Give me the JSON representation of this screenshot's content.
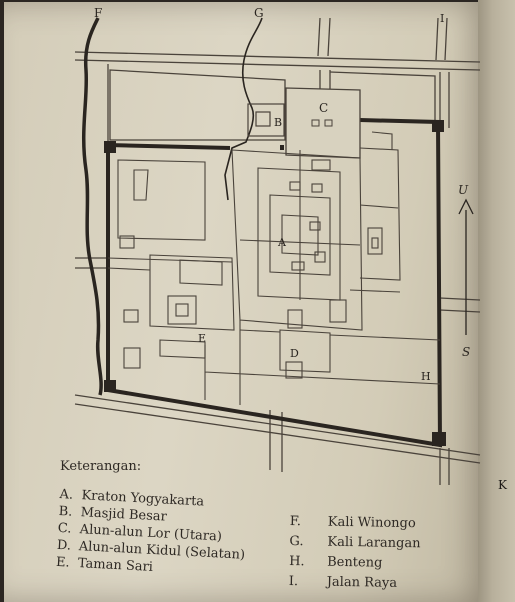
{
  "map": {
    "labels": {
      "A": "A",
      "B": "B",
      "C": "C",
      "D": "D",
      "E": "E",
      "F": "F",
      "G": "G",
      "H": "H",
      "I": "I"
    },
    "compass": {
      "north": "U",
      "south": "S"
    }
  },
  "legend": {
    "title": "Keterangan:",
    "items_left": [
      {
        "key": "A.",
        "text": "Kraton Yogyakarta"
      },
      {
        "key": "B.",
        "text": "Masjid Besar"
      },
      {
        "key": "C.",
        "text": "Alun-alun Lor (Utara)"
      },
      {
        "key": "D.",
        "text": "Alun-alun Kidul (Selatan)"
      },
      {
        "key": "E.",
        "text": "Taman Sari"
      }
    ],
    "items_right": [
      {
        "key": "F.",
        "text": "Kali Winongo"
      },
      {
        "key": "G.",
        "text": "Kali Larangan"
      },
      {
        "key": "H.",
        "text": "Benteng"
      },
      {
        "key": "I.",
        "text": "Jalan Raya"
      }
    ]
  },
  "edge_text": "K",
  "colors": {
    "paper": "#d8d2bf",
    "ink": "#2a2520",
    "line": "#4a433b"
  }
}
